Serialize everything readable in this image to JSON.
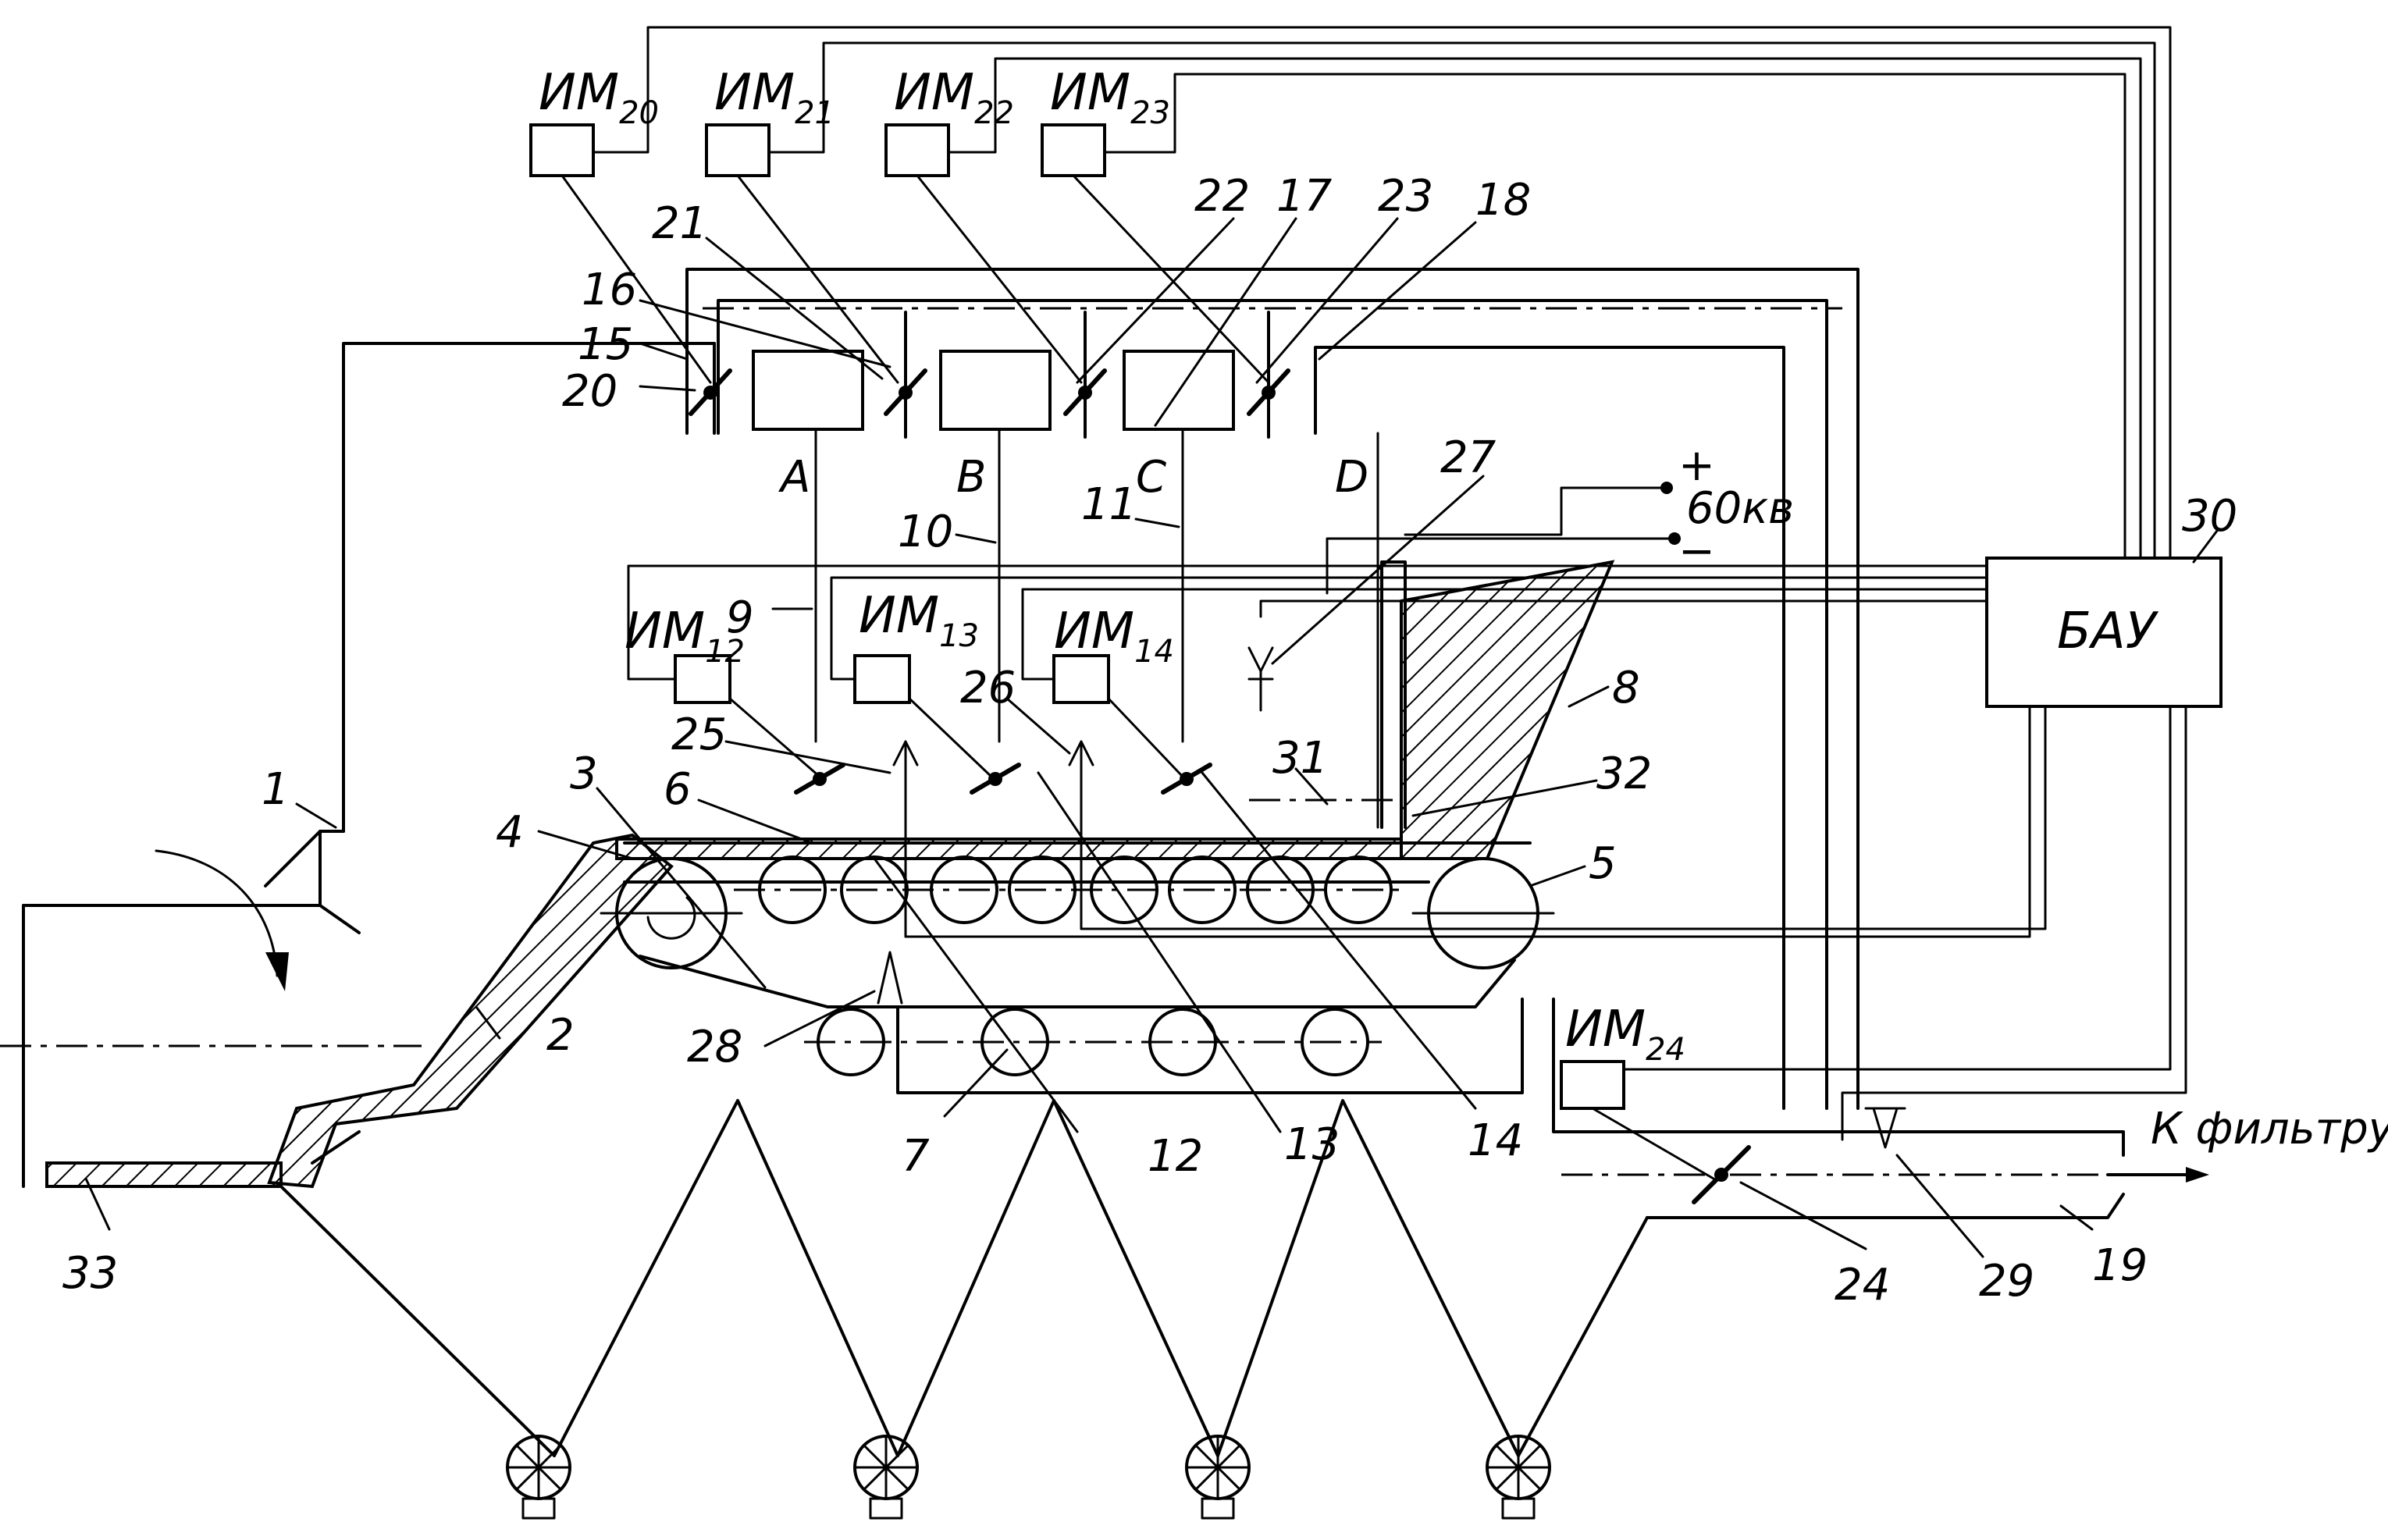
{
  "actuators": {
    "im20": {
      "base": "ИМ",
      "sub": "20"
    },
    "im21": {
      "base": "ИМ",
      "sub": "21"
    },
    "im22": {
      "base": "ИМ",
      "sub": "22"
    },
    "im23": {
      "base": "ИМ",
      "sub": "23"
    },
    "im12": {
      "base": "ИМ",
      "sub": "12"
    },
    "im13": {
      "base": "ИМ",
      "sub": "13"
    },
    "im14": {
      "base": "ИМ",
      "sub": "14"
    },
    "im24": {
      "base": "ИМ",
      "sub": "24"
    }
  },
  "control_unit": {
    "label": "БАУ",
    "number": "30"
  },
  "power": {
    "plus": "+",
    "minus": "−",
    "voltage": "60кв"
  },
  "outlet_label": "К фильтру",
  "zones": {
    "a": "A",
    "b": "B",
    "c": "C",
    "d": "D"
  },
  "numbers": {
    "n1": "1",
    "n2": "2",
    "n3": "3",
    "n4": "4",
    "n5": "5",
    "n6": "6",
    "n7": "7",
    "n8": "8",
    "n9": "9",
    "n10": "10",
    "n11": "11",
    "n12": "12",
    "n13": "13",
    "n14": "14",
    "n15": "15",
    "n16": "16",
    "n17": "17",
    "n18": "18",
    "n19": "19",
    "n20": "20",
    "n21": "21",
    "n22": "22",
    "n23": "23",
    "n24": "24",
    "n25": "25",
    "n26": "26",
    "n27": "27",
    "n28": "28",
    "n29": "29",
    "n31": "31",
    "n32": "32",
    "n33": "33"
  }
}
